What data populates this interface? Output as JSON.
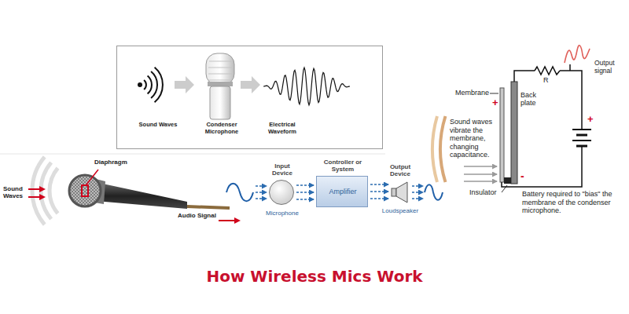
{
  "diagram": {
    "title": "How Wireless Mics Work",
    "nodes": [
      {
        "text": [
          "Sound Waves",
          "Condenser Microphone",
          "Electrical Waveform"
        ]
      },
      {
        "text": [
          "Input Device",
          "Microphone"
        ]
      },
      {
        "text": [
          "Controller or System",
          "Amplifier"
        ]
      },
      {
        "text": [
          "Output Device",
          "Loudspeaker"
        ]
      }
    ],
    "edges": [
      {
        "from": 1,
        "to": 2,
        "arrow": "to"
      },
      {
        "from": 2,
        "to": 3,
        "arrow": "to"
      }
    ],
    "labels": [
      "Sound Waves",
      "Diaphragm",
      "Audio Signal",
      "Membrane",
      "+",
      "Back plate",
      "R",
      "Output signal",
      "Sound waves vibrate the membrane, changing capacitance.",
      "Insulator",
      "-",
      "+",
      "Battery required to \"bias\" the membrane of the condenser microphone."
    ]
  }
}
